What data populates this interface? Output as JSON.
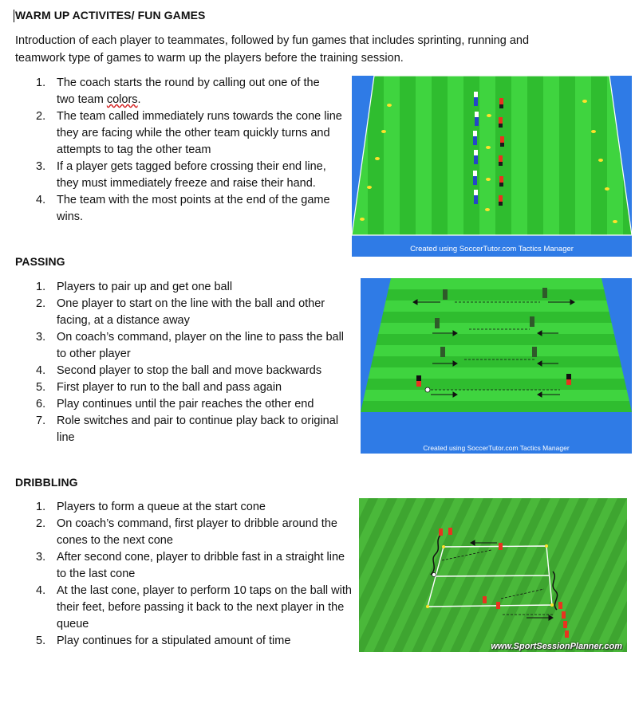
{
  "sections": {
    "warmup": {
      "heading": "WARM UP ACTIVITES/ FUN GAMES",
      "intro": "Introduction of each player to teammates, followed by fun games that includes sprinting, running and teamwork type of games to warm up the players before the training session.",
      "steps": [
        {
          "num": "1.",
          "line1": "The coach starts the round by calling out one of the",
          "line2a": "two team ",
          "line2b": "colors",
          "line2c": "."
        },
        {
          "num": "2.",
          "text": "The team called immediately runs towards the cone line they are facing while the other team quickly turns and attempts to tag the other team"
        },
        {
          "num": "3.",
          "text": "If a player gets tagged before crossing their end line, they must immediately freeze and raise their hand."
        },
        {
          "num": "4.",
          "text": "The team with the most points at the end of the game wins."
        }
      ],
      "credit": "Created using SoccerTutor.com Tactics Manager"
    },
    "passing": {
      "heading": "PASSING",
      "steps": [
        {
          "num": "1.",
          "text": "Players to pair up and get one ball"
        },
        {
          "num": "2.",
          "text": "One player to start on the line with the ball and other facing, at a distance away"
        },
        {
          "num": "3.",
          "text": "On coach’s command, player on the line to pass the ball to other player"
        },
        {
          "num": "4.",
          "text": "Second player to stop the ball and move backwards"
        },
        {
          "num": "5.",
          "text": "First player to run to the ball and pass again"
        },
        {
          "num": "6.",
          "text": "Play continues until the pair reaches the other end"
        },
        {
          "num": "7.",
          "text": "Role switches and pair to continue play back to original line"
        }
      ],
      "credit": "Created using SoccerTutor.com Tactics Manager"
    },
    "dribbling": {
      "heading": "DRIBBLING",
      "steps": [
        {
          "num": "1.",
          "text": "Players to form a queue at the start cone"
        },
        {
          "num": "2.",
          "text": "On coach’s command, first player to dribble around the cones to the next cone"
        },
        {
          "num": "3.",
          "text": "After second cone, player to dribble fast in a straight line to the last cone"
        },
        {
          "num": "4.",
          "text": "At the last cone, player to perform 10 taps on the ball with their feet, before passing it back to the next player in the queue"
        },
        {
          "num": "5.",
          "text": "Play continues for a stipulated amount of time"
        }
      ],
      "credit": "www.SportSessionPlanner.com"
    }
  },
  "colors": {
    "pitch_light": "#3fd43f",
    "pitch_dark": "#2bb52b",
    "banner_blue": "#2f7be6",
    "team_red": "#e8331f",
    "team_blue": "#2546c8",
    "team_dark": "#2f5a2a",
    "cone_yellow": "#ffe12b"
  },
  "icons": [
    "player-icon",
    "cone-icon",
    "ball-icon",
    "arrow-icon"
  ]
}
